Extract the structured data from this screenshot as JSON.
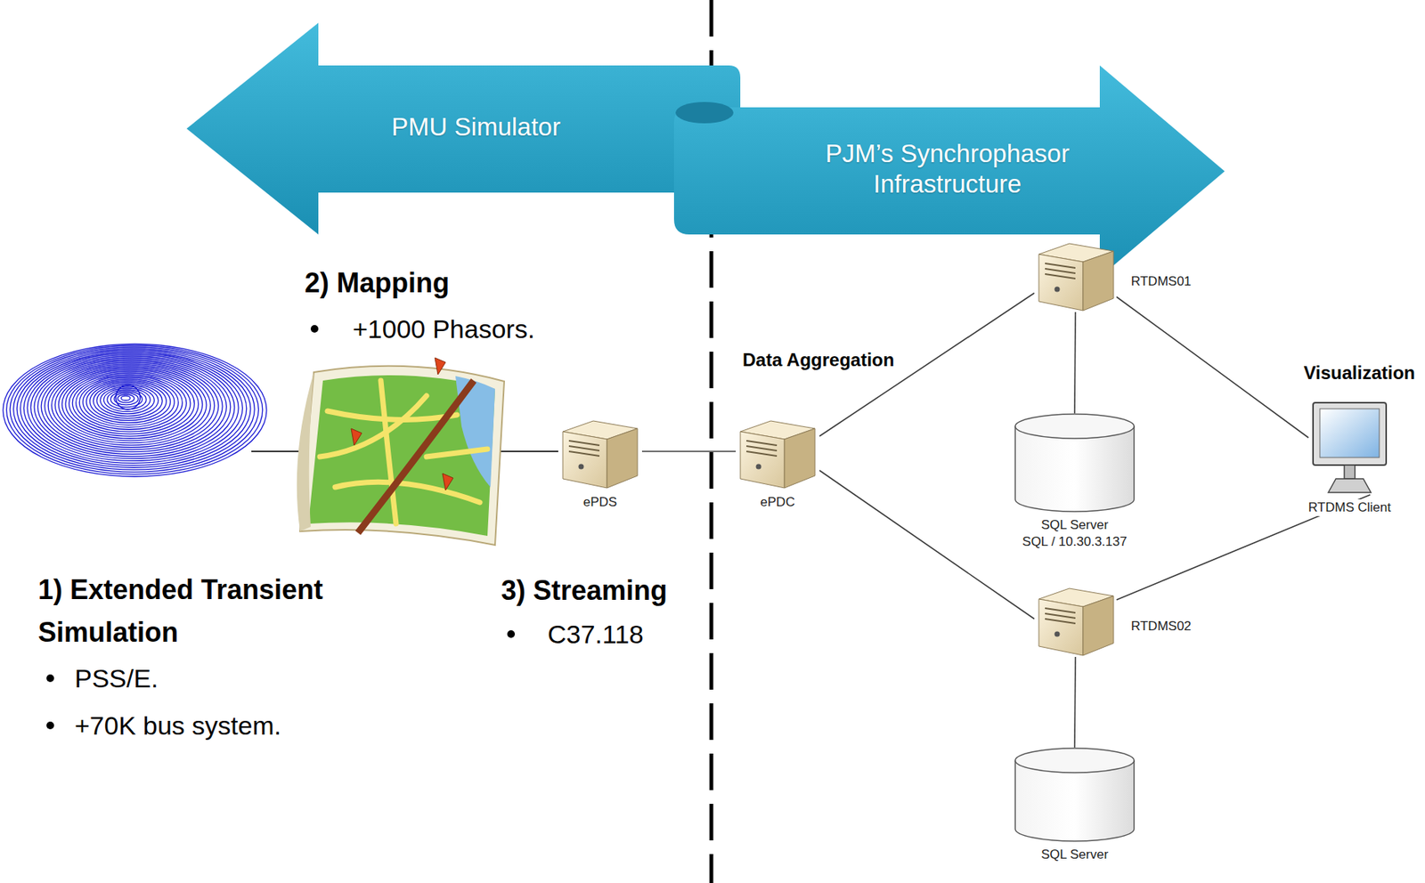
{
  "diagram": {
    "nodes": [
      {
        "text": [
          "PMU Simulator"
        ]
      },
      {
        "text": [
          "PJM’s Synchrophasor Infrastructure"
        ]
      },
      {
        "text": [
          "ePDS"
        ]
      },
      {
        "text": [
          "ePDC"
        ]
      },
      {
        "text": [
          "RTDMS01"
        ]
      },
      {
        "text": [
          "SQL Server",
          "SQL / 10.30.3.137"
        ]
      },
      {
        "text": [
          "RTDMS Client"
        ]
      },
      {
        "text": [
          "RTDMS02"
        ]
      },
      {
        "text": [
          "SQL Server"
        ]
      }
    ],
    "edges": [
      {
        "from": 2,
        "to": 3,
        "arrow": "none"
      },
      {
        "from": 3,
        "to": 4,
        "arrow": "none"
      },
      {
        "from": 3,
        "to": 7,
        "arrow": "none"
      },
      {
        "from": 4,
        "to": 5,
        "arrow": "none"
      },
      {
        "from": 4,
        "to": 6,
        "arrow": "none"
      },
      {
        "from": 7,
        "to": 6,
        "arrow": "none"
      },
      {
        "from": 7,
        "to": 8,
        "arrow": "none"
      }
    ],
    "labels": [
      "2) Mapping",
      "+1000 Phasors.",
      "1) Extended Transient Simulation",
      "PSS/E.",
      "+70K bus system.",
      "3) Streaming",
      "C37.118",
      "Data Aggregation",
      "Visualization"
    ]
  }
}
